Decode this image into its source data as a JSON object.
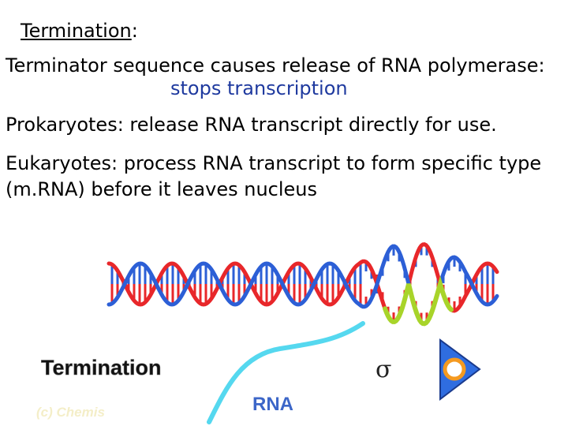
{
  "slide": {
    "heading": "Termination",
    "heading_colon": ":",
    "line1": "Terminator sequence causes release of RNA polymerase:",
    "line2": "stops transcription",
    "prokaryotes": "Prokaryotes: release RNA transcript directly for use.",
    "eukaryotes_1": "Eukaryotes: process RNA transcript to form specific type",
    "eukaryotes_2": "(m.RNA) before it leaves nucleus"
  },
  "diagram": {
    "label_termination": "Termination",
    "label_rna": "RNA",
    "label_sigma": "σ",
    "label_copyright": "(c) Chemis",
    "icons": [
      "dna-helix-icon",
      "rna-polymerase-icon",
      "rna-strand-icon"
    ],
    "colors": {
      "strand_red": "#e8272a",
      "strand_blue": "#2c5fd6",
      "rna_green": "#a8d42a",
      "rna_cyan": "#55d8ef",
      "polymerase_blue": "#2f6de0",
      "polymerase_dot": "#f59a20",
      "rna_text": "#3c66c8"
    }
  }
}
